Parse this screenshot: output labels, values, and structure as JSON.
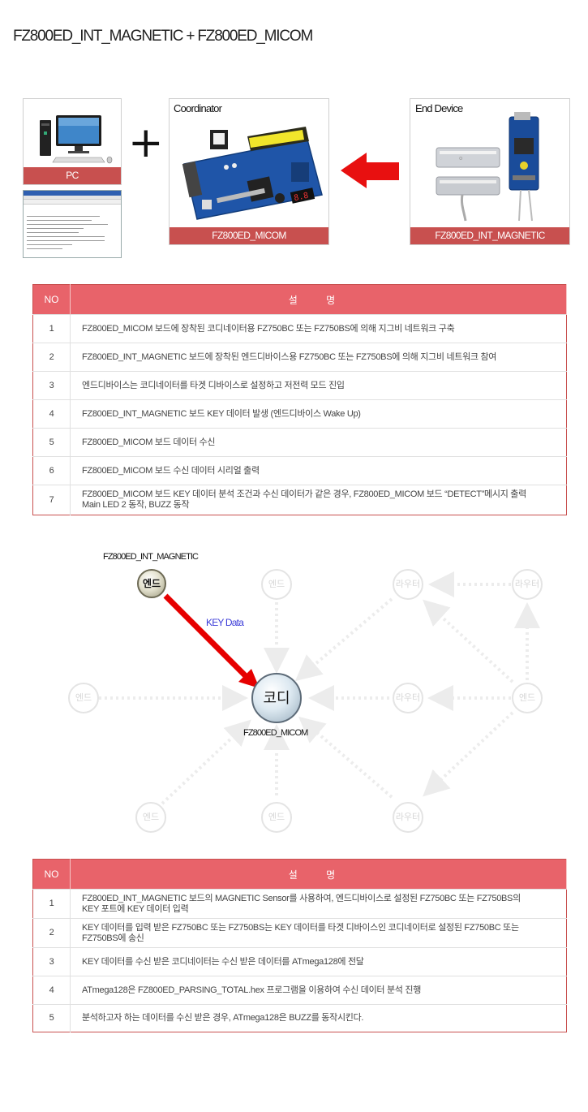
{
  "page_title": "FZ800ED_INT_MAGNETIC + FZ800ED_MICOM",
  "overview": {
    "pc": {
      "caption": "PC"
    },
    "coordinator": {
      "label": "Coordinator",
      "caption": "FZ800ED_MICOM"
    },
    "end_device": {
      "label": "End Device",
      "caption": "FZ800ED_INT_MAGNETIC"
    }
  },
  "table1": {
    "headers": {
      "no": "NO",
      "desc": "설 명"
    },
    "rows": [
      {
        "no": "1",
        "text": "FZ800ED_MICOM 보드에 장착된 코디네이터용 FZ750BC 또는 FZ750BS에 의해 지그비 네트워크 구축"
      },
      {
        "no": "2",
        "text": "FZ800ED_INT_MAGNETIC 보드에 장착된 엔드디바이스용 FZ750BC 또는 FZ750BS에 의해 지그비 네트워크 참여"
      },
      {
        "no": "3",
        "text": "엔드디바이스는 코디네이터를 타겟 디바이스로 설정하고 저전력 모드 진입"
      },
      {
        "no": "4",
        "text": "FZ800ED_INT_MAGNETIC 보드 KEY 데이터 발생 (엔드디바이스 Wake Up)"
      },
      {
        "no": "5",
        "text": "FZ800ED_MICOM 보드 데이터 수신"
      },
      {
        "no": "6",
        "text": "FZ800ED_MICOM 보드 수신 데이터 시리얼 출력"
      },
      {
        "no": "7",
        "text": "FZ800ED_MICOM 보드 KEY 데이터 분석 조건과 수신 데이터가 같은 경우, FZ800ED_MICOM 보드 “DETECT”메시지 출력",
        "text2": "Main LED 2 동작, BUZZ 동작"
      }
    ]
  },
  "network": {
    "end_device_title": "FZ800ED_INT_MAGNETIC",
    "coordinator_title": "FZ800ED_MICOM",
    "key_label": "KEY Data",
    "active_end": "엔드",
    "coordinator": "코디",
    "ghost_end": "엔드",
    "ghost_router": "라우터"
  },
  "table2": {
    "headers": {
      "no": "NO",
      "desc": "설 명"
    },
    "rows": [
      {
        "no": "1",
        "text": "FZ800ED_INT_MAGNETIC 보드의 MAGNETIC Sensor를 사용하여, 엔드디바이스로 설정된 FZ750BC 또는 FZ750BS의",
        "text2": "KEY 포트에 KEY 데이터 입력"
      },
      {
        "no": "2",
        "text": "KEY 데이터를 입력 받은 FZ750BC 또는 FZ750BS는 KEY 데이터를 타겟 디바이스인 코디네이터로 설정된 FZ750BC 또는",
        "text2": "FZ750BS에 송신"
      },
      {
        "no": "3",
        "text": "KEY 데이터를 수신 받은 코디네이터는 수신 받은 데이터를 ATmega128에 전달"
      },
      {
        "no": "4",
        "text": "ATmega128은 FZ800ED_PARSING_TOTAL.hex 프로그램을 이용하여 수신 데이터 분석 진행"
      },
      {
        "no": "5",
        "text": "분석하고자 하는 데이터를 수신 받은 경우, ATmega128은 BUZZ를 동작시킨다."
      }
    ]
  }
}
